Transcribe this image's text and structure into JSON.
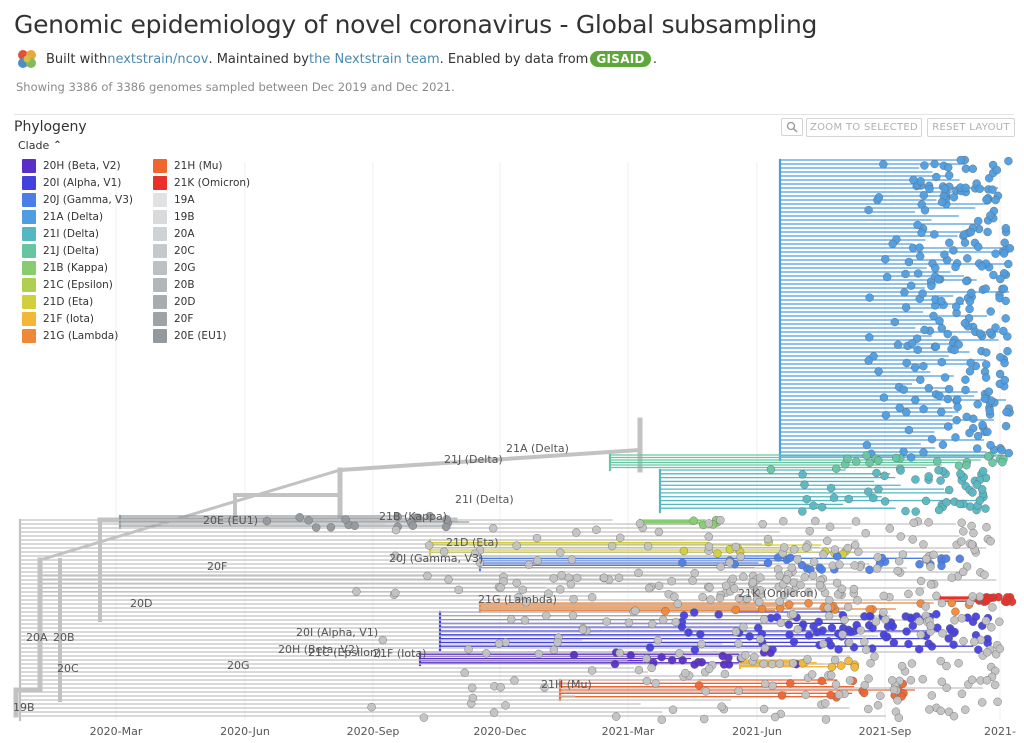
{
  "header": {
    "title": "Genomic epidemiology of novel coronavirus - Global subsampling",
    "byline_prefix": "Built with ",
    "byline_link1": "nextstrain/ncov",
    "byline_mid": ". Maintained by ",
    "byline_link2": "the Nextstrain team",
    "byline_data": ". Enabled by data from ",
    "gisaid_badge": "GISAID",
    "byline_end": ".",
    "summary": "Showing 3386 of 3386 genomes sampled between Dec 2019 and Dec 2021."
  },
  "panel": {
    "title": "Phylogeny",
    "clade_toggle": "Clade",
    "zoom_to_selected": "ZOOM TO SELECTED",
    "reset_layout": "RESET LAYOUT",
    "zoom_icon": "magnifier-icon"
  },
  "legend": [
    {
      "label": "20H (Beta, V2)",
      "color": "#5a2fc9"
    },
    {
      "label": "21H (Mu)",
      "color": "#f06430"
    },
    {
      "label": "20I (Alpha, V1)",
      "color": "#4440e0"
    },
    {
      "label": "21K (Omicron)",
      "color": "#e8302a"
    },
    {
      "label": "20J (Gamma, V3)",
      "color": "#4c7ee8"
    },
    {
      "label": "19A",
      "color": "#e0e2e4"
    },
    {
      "label": "21A (Delta)",
      "color": "#4d9de0"
    },
    {
      "label": "19B",
      "color": "#d8dadc"
    },
    {
      "label": "21I (Delta)",
      "color": "#55b7c2"
    },
    {
      "label": "20A",
      "color": "#cfd2d4"
    },
    {
      "label": "21J (Delta)",
      "color": "#66c6a2"
    },
    {
      "label": "20C",
      "color": "#c6c9cb"
    },
    {
      "label": "21B (Kappa)",
      "color": "#88cc70"
    },
    {
      "label": "20G",
      "color": "#bcc0c2"
    },
    {
      "label": "21C (Epsilon)",
      "color": "#aecf50"
    },
    {
      "label": "20B",
      "color": "#b2b6b9"
    },
    {
      "label": "21D (Eta)",
      "color": "#d2cf3c"
    },
    {
      "label": "20D",
      "color": "#a8acb0"
    },
    {
      "label": "21F (Iota)",
      "color": "#f2b736"
    },
    {
      "label": "20F",
      "color": "#9ea3a7"
    },
    {
      "label": "21G (Lambda)",
      "color": "#f0883a"
    },
    {
      "label": "20E (EU1)",
      "color": "#94999e"
    }
  ],
  "tree_labels": [
    {
      "label": "21A (Delta)"
    },
    {
      "label": "21J (Delta)"
    },
    {
      "label": "21I (Delta)"
    },
    {
      "label": "20E (EU1)"
    },
    {
      "label": "21B (Kappa)"
    },
    {
      "label": "21D (Eta)"
    },
    {
      "label": "20J (Gamma, V3)"
    },
    {
      "label": "20F"
    },
    {
      "label": "21K (Omicron)"
    },
    {
      "label": "20D"
    },
    {
      "label": "21G (Lambda)"
    },
    {
      "label": "20I (Alpha, V1)"
    },
    {
      "label": "20A"
    },
    {
      "label": "20B"
    },
    {
      "label": "20H (Beta, V2)"
    },
    {
      "label": "21C (Epsilon)"
    },
    {
      "label": "21F (Iota)"
    },
    {
      "label": "20C"
    },
    {
      "label": "20G"
    },
    {
      "label": "21H (Mu)"
    },
    {
      "label": "19B"
    }
  ],
  "axis": {
    "ticks": [
      "2020-Mar",
      "2020-Jun",
      "2020-Sep",
      "2020-Dec",
      "2021-Mar",
      "2021-Jun",
      "2021-Sep",
      "2021-"
    ]
  },
  "colors": {
    "branch_gray": "#c2c2c2",
    "link": "#4c8ab0",
    "gisaid": "#5fa63d"
  }
}
